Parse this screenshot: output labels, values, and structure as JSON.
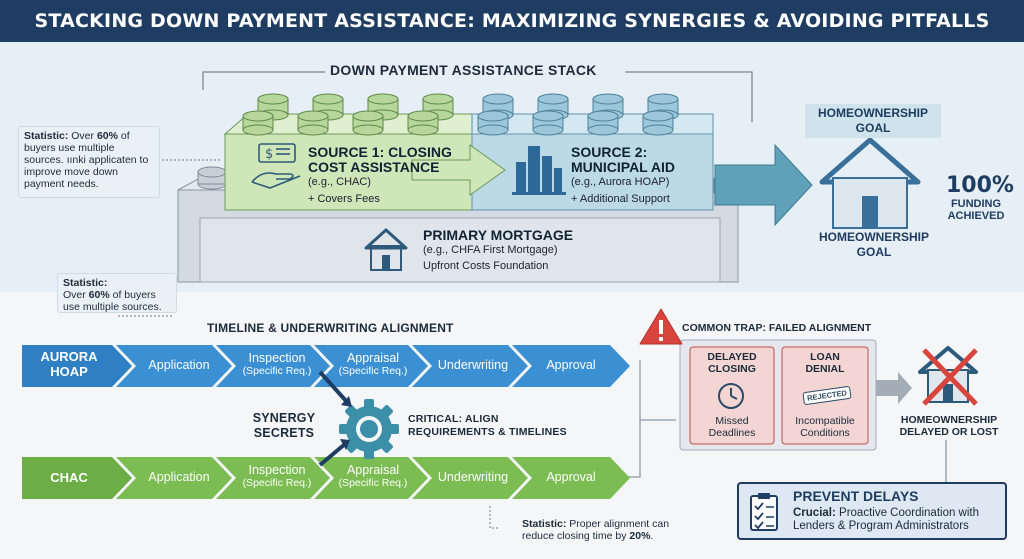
{
  "title": "STACKING DOWN PAYMENT ASSISTANCE: MAXIMIZING SYNERGIES & AVOIDING PITFALLS",
  "stack": {
    "heading": "DOWN PAYMENT ASSISTANCE STACK",
    "source1": {
      "title1": "SOURCE 1: CLOSING",
      "title2": "COST ASSISTANCE",
      "example": "(e.g., CHAC)",
      "benefit": "+ Covers Fees"
    },
    "source2": {
      "title1": "SOURCE 2:",
      "title2": "MUNICIPAL AID",
      "example": "(e.g., Aurora HOAP)",
      "benefit": "+ Additional Support"
    },
    "base": {
      "title": "PRIMARY MORTGAGE",
      "example": "(e.g., CHFA First Mortgage)",
      "desc": "Upfront Costs Foundation"
    },
    "colors": {
      "green": "#cfe6b8",
      "blue": "#bcd9e6",
      "base": "#d3dae1"
    }
  },
  "notes": {
    "left_top": {
      "label": "Statistic:",
      "text1": " Over ",
      "pct": "60%",
      "text2": "of buyers use multiple sources. ıınki applicaten to improve move down payment needs."
    },
    "left_mid": {
      "label": "Statistic:",
      "text1": "Over ",
      "pct": "60%",
      "text2": " of buyers use multiple sources."
    },
    "bottom": {
      "label": "Statistic:",
      "text1": " Proper alignment can reduce closing time by ",
      "pct": "20%",
      "text2": "."
    }
  },
  "goal": {
    "top_label1": "HOMEOWNERSHIP",
    "top_label2": "GOAL",
    "bottom_label1": "HOMEOWNERSHIP",
    "bottom_label2": "GOAL",
    "percent": "100%",
    "funding1": "FUNDING",
    "funding2": "ACHIEVED"
  },
  "timeline": {
    "heading": "TIMELINE & UNDERWRITING ALIGNMENT",
    "aurora": {
      "label1": "AURORA",
      "label2": "HOAP",
      "color": "#2f7fc4"
    },
    "chac": {
      "label": "CHAC",
      "color": "#6cae45"
    },
    "steps": [
      {
        "l1": "Application",
        "l2": ""
      },
      {
        "l1": "Inspection",
        "l2": "(Specific Req.)"
      },
      {
        "l1": "Appraisal",
        "l2": "(Specific Req.)"
      },
      {
        "l1": "Underwriting",
        "l2": ""
      },
      {
        "l1": "Approval",
        "l2": ""
      }
    ],
    "synergy1": "SYNERGY",
    "synergy2": "SECRETS",
    "critical1": "CRITICAL: ALIGN",
    "critical2": "REQUIREMENTS & TIMELINES"
  },
  "trap": {
    "title": "COMMON TRAP: FAILED ALIGNMENT",
    "card1": {
      "t1": "DELAYED",
      "t2": "CLOSING",
      "s1": "Missed",
      "s2": "Deadlines"
    },
    "card2": {
      "t1": "LOAN",
      "t2": "DENIAL",
      "stamp": "REJECTED",
      "s1": "Incompatible",
      "s2": "Conditions"
    },
    "result1": "HOMEOWNERSHIP",
    "result2": "DELAYED OR LOST"
  },
  "prevent": {
    "title": "PREVENT DELAYS",
    "label": "Crucial:",
    "text1": " Proactive Coordination with",
    "text2": "Lenders & Program Administrators"
  }
}
